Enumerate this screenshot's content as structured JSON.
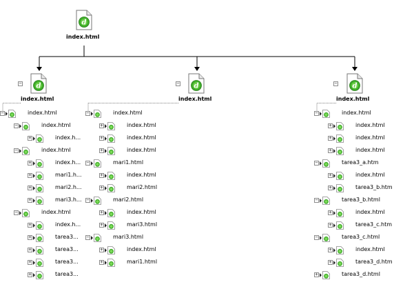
{
  "root": {
    "label": "index.html"
  },
  "columns": [
    {
      "label": "index.html",
      "rows": [
        {
          "lvl": 0,
          "label": "index.html",
          "toggle": "-"
        },
        {
          "lvl": 1,
          "label": "index.html",
          "toggle": "-"
        },
        {
          "lvl": 2,
          "label": "index.h...",
          "toggle": "+"
        },
        {
          "lvl": 1,
          "label": "index.html",
          "toggle": "-"
        },
        {
          "lvl": 2,
          "label": "index.h...",
          "toggle": "+"
        },
        {
          "lvl": 2,
          "label": "mari1.h...",
          "toggle": "+"
        },
        {
          "lvl": 2,
          "label": "mari2.h...",
          "toggle": "+"
        },
        {
          "lvl": 2,
          "label": "mari3.h...",
          "toggle": "+"
        },
        {
          "lvl": 1,
          "label": "index.html",
          "toggle": "-"
        },
        {
          "lvl": 2,
          "label": "index.h...",
          "toggle": "+"
        },
        {
          "lvl": 2,
          "label": "tarea3...",
          "toggle": "+"
        },
        {
          "lvl": 2,
          "label": "tarea3...",
          "toggle": "+"
        },
        {
          "lvl": 2,
          "label": "tarea3...",
          "toggle": "+"
        },
        {
          "lvl": 2,
          "label": "tarea3...",
          "toggle": "+"
        }
      ]
    },
    {
      "label": "index.html",
      "rows": [
        {
          "lvl": 0,
          "label": "index.html",
          "toggle": "-"
        },
        {
          "lvl": 1,
          "label": "index.html",
          "toggle": "+"
        },
        {
          "lvl": 1,
          "label": "index.html",
          "toggle": "+"
        },
        {
          "lvl": 1,
          "label": "index.html",
          "toggle": "+"
        },
        {
          "lvl": 0,
          "label": "mari1.html",
          "toggle": "-"
        },
        {
          "lvl": 1,
          "label": "index.html",
          "toggle": "+"
        },
        {
          "lvl": 1,
          "label": "mari2.html",
          "toggle": "+"
        },
        {
          "lvl": 0,
          "label": "mari2.html",
          "toggle": "-"
        },
        {
          "lvl": 1,
          "label": "index.html",
          "toggle": "+"
        },
        {
          "lvl": 1,
          "label": "mari3.html",
          "toggle": "+"
        },
        {
          "lvl": 0,
          "label": "mari3.html",
          "toggle": "-"
        },
        {
          "lvl": 1,
          "label": "index.html",
          "toggle": "+"
        },
        {
          "lvl": 1,
          "label": "mari1.html",
          "toggle": "+"
        }
      ]
    },
    {
      "label": "index.html",
      "rows": [
        {
          "lvl": 0,
          "label": "index.html",
          "toggle": "-"
        },
        {
          "lvl": 1,
          "label": "index.html",
          "toggle": "+"
        },
        {
          "lvl": 1,
          "label": "index.html",
          "toggle": "+"
        },
        {
          "lvl": 1,
          "label": "index.html",
          "toggle": "+"
        },
        {
          "lvl": 0,
          "label": "tarea3_a.htm",
          "toggle": "-"
        },
        {
          "lvl": 1,
          "label": "index.html",
          "toggle": "+"
        },
        {
          "lvl": 1,
          "label": "tarea3_b.htm",
          "toggle": "+"
        },
        {
          "lvl": 0,
          "label": "tarea3_b.html",
          "toggle": "-"
        },
        {
          "lvl": 1,
          "label": "index.html",
          "toggle": "+"
        },
        {
          "lvl": 1,
          "label": "tarea3_c.htm",
          "toggle": "+"
        },
        {
          "lvl": 0,
          "label": "tarea3_c.html",
          "toggle": "-"
        },
        {
          "lvl": 1,
          "label": "index.html",
          "toggle": "+"
        },
        {
          "lvl": 1,
          "label": "tarea3_d.htm",
          "toggle": "+"
        },
        {
          "lvl": 0,
          "label": "tarea3_d.html",
          "toggle": "+"
        }
      ]
    }
  ],
  "colors": {
    "icon_green": "#3fae2a",
    "line": "#000000",
    "dotted": "#808080"
  }
}
